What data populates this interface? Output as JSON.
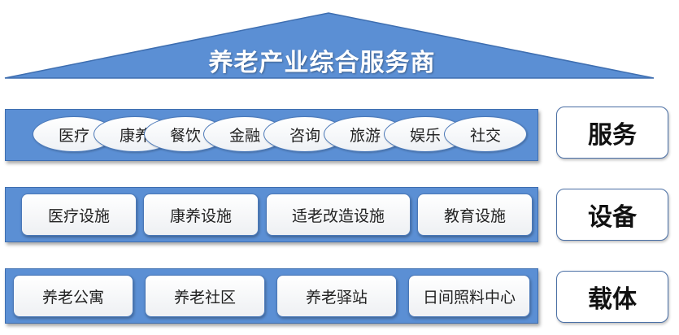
{
  "title": "养老产业综合服务商",
  "colors": {
    "band": "#5b8fd4",
    "border": "#4a78b8",
    "roof": "#5b8fd4"
  },
  "layers": {
    "service": {
      "label": "服务",
      "items": [
        "医疗",
        "康养",
        "餐饮",
        "金融",
        "咨询",
        "旅游",
        "娱乐",
        "社交"
      ]
    },
    "facility": {
      "label": "设备",
      "items": [
        "医疗设施",
        "康养设施",
        "适老改造设施",
        "教育设施"
      ]
    },
    "carrier": {
      "label": "载体",
      "items": [
        "养老公寓",
        "养老社区",
        "养老驿站",
        "日间照料中心"
      ]
    }
  }
}
